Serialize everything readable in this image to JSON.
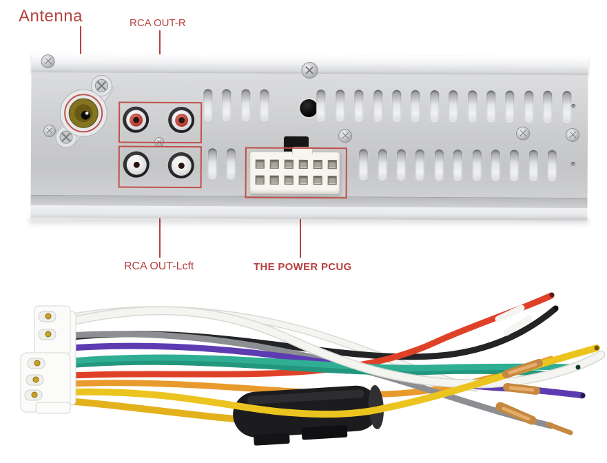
{
  "labels": {
    "antenna": "Antenna",
    "rca_out_r": "RCA OUT-R",
    "rca_out_left": "RCA OUT-Lcft",
    "power_plug": "THE POWER PCUG"
  },
  "annotation_color": "#b5413e",
  "panel": {
    "antenna_jack_color": "#84741f",
    "antenna_jack_inner_color": "#675912",
    "rca_top_pair_ring_color": "#b13427",
    "rca_bottom_pair_ring_color": "#efeeea",
    "power_plug_pin_count": 12,
    "power_plug_pin_rows": 2,
    "power_plug_pin_cols": 6
  },
  "harness": {
    "connector_color": "#fbfbfa",
    "fuse_holder_color": "#1c1c1e",
    "copper_color": "#c6873f",
    "copper_light_color": "#e5ad6c",
    "stripped_mark_color": "#f4f4f1",
    "gold_pin_color": "#c9a227",
    "wires": [
      {
        "name": "white",
        "color": "#f4f4f1"
      },
      {
        "name": "gray",
        "color": "#8d8e92"
      },
      {
        "name": "black",
        "color": "#232426"
      },
      {
        "name": "purple",
        "color": "#5d3cb2"
      },
      {
        "name": "teal",
        "color": "#2fae93"
      },
      {
        "name": "green",
        "color": "#23977d"
      },
      {
        "name": "red",
        "color": "#df4128"
      },
      {
        "name": "orange",
        "color": "#e89b2c"
      },
      {
        "name": "yellow",
        "color": "#ecc41f"
      },
      {
        "name": "yellow-fuse",
        "color": "#e3b11c"
      }
    ]
  }
}
